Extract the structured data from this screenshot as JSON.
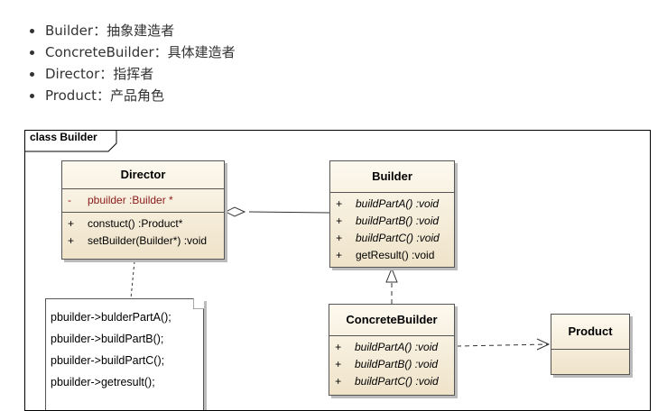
{
  "bullets": [
    {
      "term": "Builder",
      "desc": "抽象建造者"
    },
    {
      "term": "ConcreteBuilder",
      "desc": "具体建造者"
    },
    {
      "term": "Director",
      "desc": "指挥者"
    },
    {
      "term": "Product",
      "desc": "产品角色"
    }
  ],
  "separator": "：",
  "diagram": {
    "frame_label": "class Builder",
    "director": {
      "name": "Director",
      "attributes": [
        {
          "visibility": "-",
          "text": "pbuilder  :Builder *"
        }
      ],
      "operations": [
        {
          "visibility": "+",
          "text": "constuct()  :Product*"
        },
        {
          "visibility": "+",
          "text": "setBuilder(Builder*)  :void"
        }
      ]
    },
    "builder": {
      "name": "Builder",
      "operations": [
        {
          "visibility": "+",
          "text": "buildPartA()  :void",
          "abstract": true
        },
        {
          "visibility": "+",
          "text": "buildPartB()  :void",
          "abstract": true
        },
        {
          "visibility": "+",
          "text": "buildPartC()  :void",
          "abstract": true
        },
        {
          "visibility": "+",
          "text": "getResult()  :void",
          "abstract": false
        }
      ]
    },
    "concrete_builder": {
      "name": "ConcreteBuilder",
      "operations": [
        {
          "visibility": "+",
          "text": "buildPartA()  :void",
          "abstract": true
        },
        {
          "visibility": "+",
          "text": "buildPartB()  :void",
          "abstract": true
        },
        {
          "visibility": "+",
          "text": "buildPartC()  :void",
          "abstract": true
        }
      ]
    },
    "product": {
      "name": "Product"
    },
    "note_lines": [
      "pbuilder->bulderPartA();",
      "pbuilder->buildPartB();",
      "pbuilder->buildPartC();",
      "pbuilder->getresult();"
    ]
  }
}
